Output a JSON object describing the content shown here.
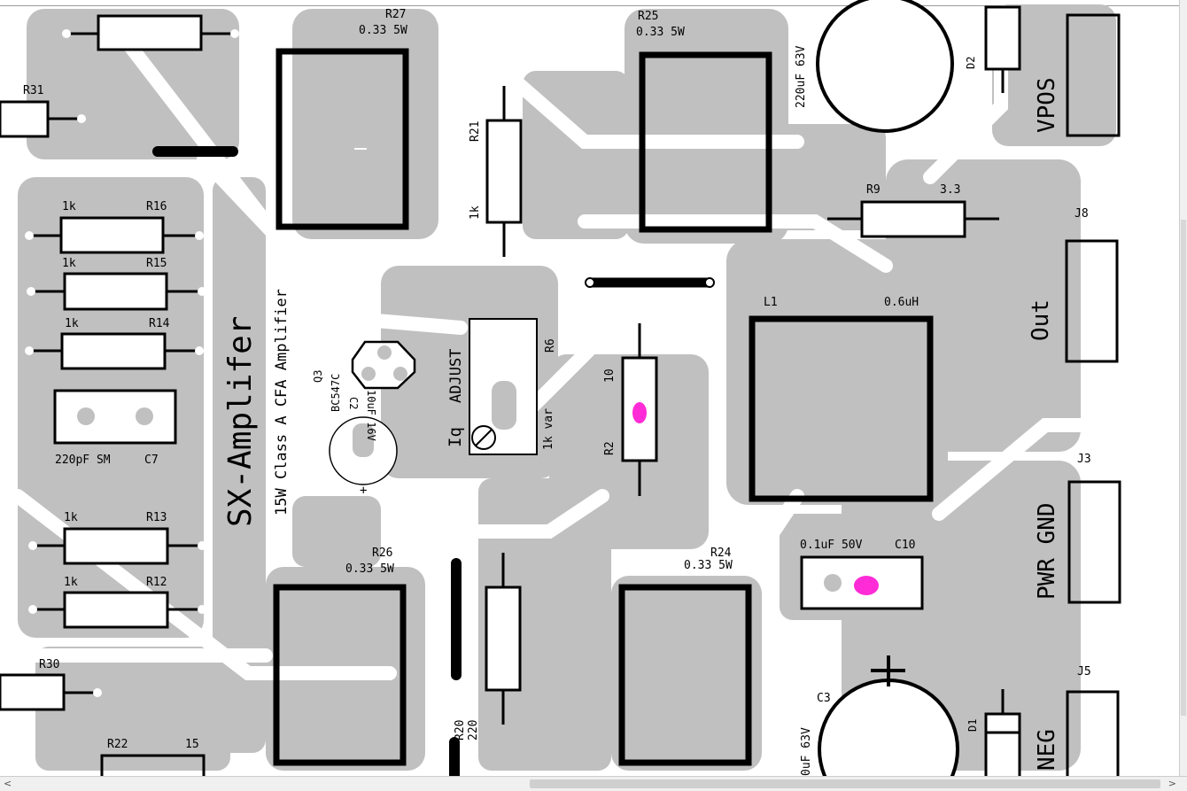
{
  "board": {
    "title": "SX-Amplifer",
    "subtitle": "15W Class A CFA Amplifier",
    "silk_color": "#000000",
    "copper_color": "#c0c0c0",
    "marker_color": "#ff2bd6",
    "iq_label": "Iq",
    "adjust_label": "ADJUST"
  },
  "components": {
    "r27": {
      "ref": "R27",
      "value": "0.33 5W"
    },
    "r25": {
      "ref": "R25",
      "value": "0.33 5W"
    },
    "r26": {
      "ref": "R26",
      "value": "0.33 5W"
    },
    "r24": {
      "ref": "R24",
      "value": "0.33 5W"
    },
    "r31": {
      "ref": "R31"
    },
    "r30": {
      "ref": "R30"
    },
    "r22": {
      "ref": "R22",
      "value": "15"
    },
    "r16": {
      "ref": "R16",
      "value": "1k"
    },
    "r15": {
      "ref": "R15",
      "value": "1k"
    },
    "r14": {
      "ref": "R14",
      "value": "1k"
    },
    "r13": {
      "ref": "R13",
      "value": "1k"
    },
    "r12": {
      "ref": "R12",
      "value": "1k"
    },
    "r21": {
      "ref": "R21",
      "value": "1k"
    },
    "r20": {
      "ref": "R20",
      "value": "220"
    },
    "r9": {
      "ref": "R9",
      "value": "3.3"
    },
    "r6": {
      "ref": "R6",
      "value": "1k var"
    },
    "r2": {
      "ref": "R2",
      "value": "10"
    },
    "c7": {
      "ref": "C7",
      "value": "220pF SM"
    },
    "c2": {
      "ref": "C2",
      "value": "10uF 16V"
    },
    "q3": {
      "ref": "Q3",
      "value": "BC547C"
    },
    "c10": {
      "ref": "C10",
      "value": "0.1uF 50V"
    },
    "c3": {
      "ref": "C3",
      "value": "0uF 63V"
    },
    "c_top": {
      "value": "220uF 63V"
    },
    "l1": {
      "ref": "L1",
      "value": "0.6uH"
    },
    "d2": {
      "ref": "D2"
    },
    "d1": {
      "ref": "D1"
    },
    "j8": {
      "ref": "J8",
      "label": "Out"
    },
    "j3": {
      "ref": "J3",
      "label": "PWR GND"
    },
    "j5": {
      "ref": "J5",
      "label": "NEG"
    },
    "vpos": {
      "label": "VPOS"
    }
  }
}
